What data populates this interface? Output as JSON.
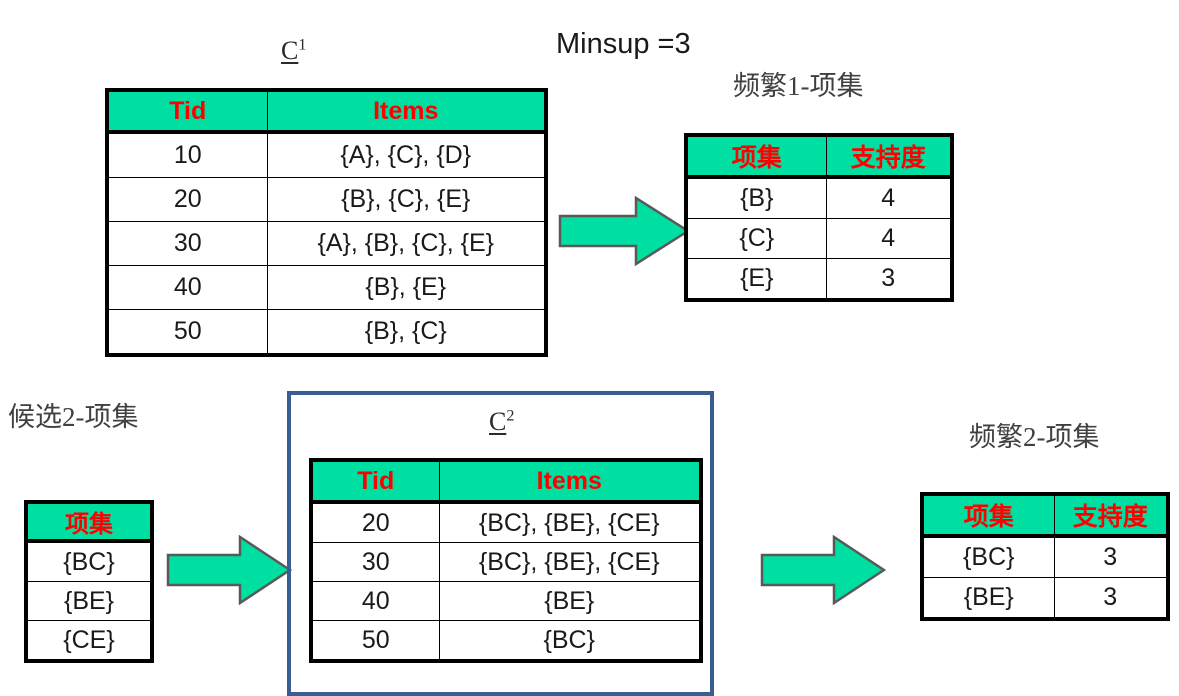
{
  "diagram": {
    "title_note": "Minsup =3",
    "accent_green": "#00DFA2",
    "header_text_color": "#FF0000",
    "box_border_color": "#3B5E92"
  },
  "c1": {
    "label_base": "C",
    "label_sup": "1",
    "headers": [
      "Tid",
      "Items"
    ],
    "rows": [
      [
        "10",
        "{A}, {C}, {D}"
      ],
      [
        "20",
        "{B}, {C}, {E}"
      ],
      [
        "30",
        "{A}, {B}, {C}, {E}"
      ],
      [
        "40",
        "{B}, {E}"
      ],
      [
        "50",
        "{B}, {C}"
      ]
    ]
  },
  "frequent1": {
    "caption": "频繁1-项集",
    "headers": [
      "项集",
      "支持度"
    ],
    "rows": [
      [
        "{B}",
        "4"
      ],
      [
        "{C}",
        "4"
      ],
      [
        "{E}",
        "3"
      ]
    ]
  },
  "candidate2": {
    "caption": "候选2-项集",
    "headers": [
      "项集"
    ],
    "rows": [
      [
        "{BC}"
      ],
      [
        "{BE}"
      ],
      [
        "{CE}"
      ]
    ]
  },
  "c2": {
    "label_base": "C",
    "label_sup": "2",
    "headers": [
      "Tid",
      "Items"
    ],
    "rows": [
      [
        "20",
        "{BC}, {BE}, {CE}"
      ],
      [
        "30",
        "{BC}, {BE}, {CE}"
      ],
      [
        "40",
        "{BE}"
      ],
      [
        "50",
        "{BC}"
      ]
    ]
  },
  "frequent2": {
    "caption": "频繁2-项集",
    "headers": [
      "项集",
      "支持度"
    ],
    "rows": [
      [
        "{BC}",
        "3"
      ],
      [
        "{BE}",
        "3"
      ]
    ]
  },
  "arrows": [
    {
      "name": "arrow-c1-to-frequent1"
    },
    {
      "name": "arrow-candidate2-to-c2"
    },
    {
      "name": "arrow-c2-to-frequent2"
    }
  ]
}
